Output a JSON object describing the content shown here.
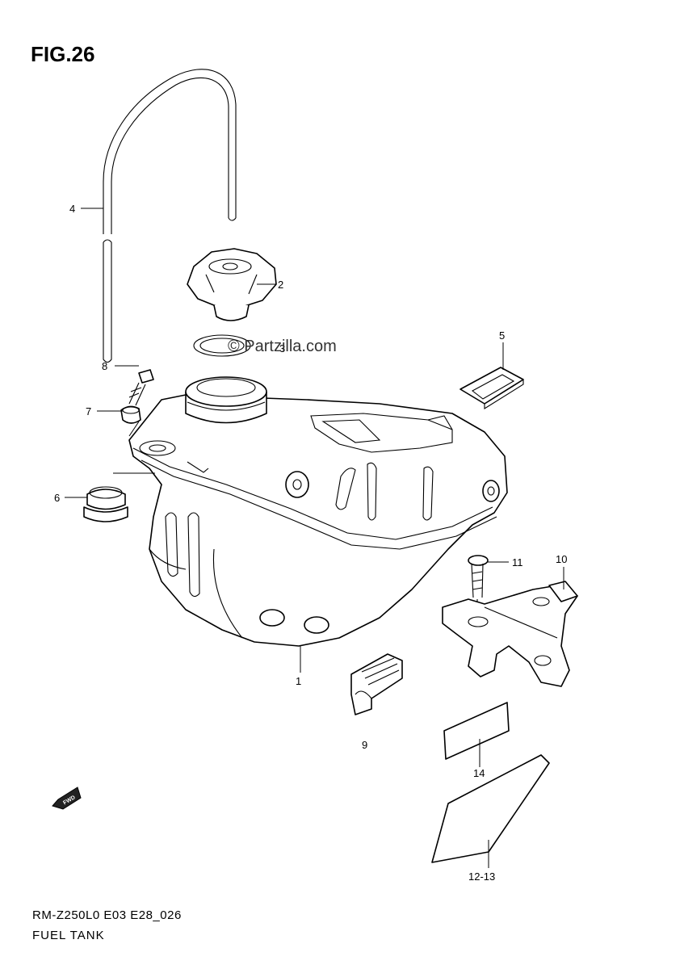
{
  "figure": {
    "title": "FIG.26",
    "model_code": "RM-Z250L0 E03 E28_026",
    "section_name": "FUEL TANK"
  },
  "watermark": "© Partzilla.com",
  "forward_arrow_label": "FWD",
  "callouts": [
    {
      "id": "c1",
      "label": "1"
    },
    {
      "id": "c2",
      "label": "2"
    },
    {
      "id": "c3",
      "label": "3"
    },
    {
      "id": "c4",
      "label": "4"
    },
    {
      "id": "c5",
      "label": "5"
    },
    {
      "id": "c6",
      "label": "6"
    },
    {
      "id": "c7",
      "label": "7"
    },
    {
      "id": "c8",
      "label": "8"
    },
    {
      "id": "c9",
      "label": "9"
    },
    {
      "id": "c10",
      "label": "10"
    },
    {
      "id": "c11",
      "label": "11"
    },
    {
      "id": "c12",
      "label": "12-13"
    },
    {
      "id": "c14",
      "label": "14"
    }
  ]
}
